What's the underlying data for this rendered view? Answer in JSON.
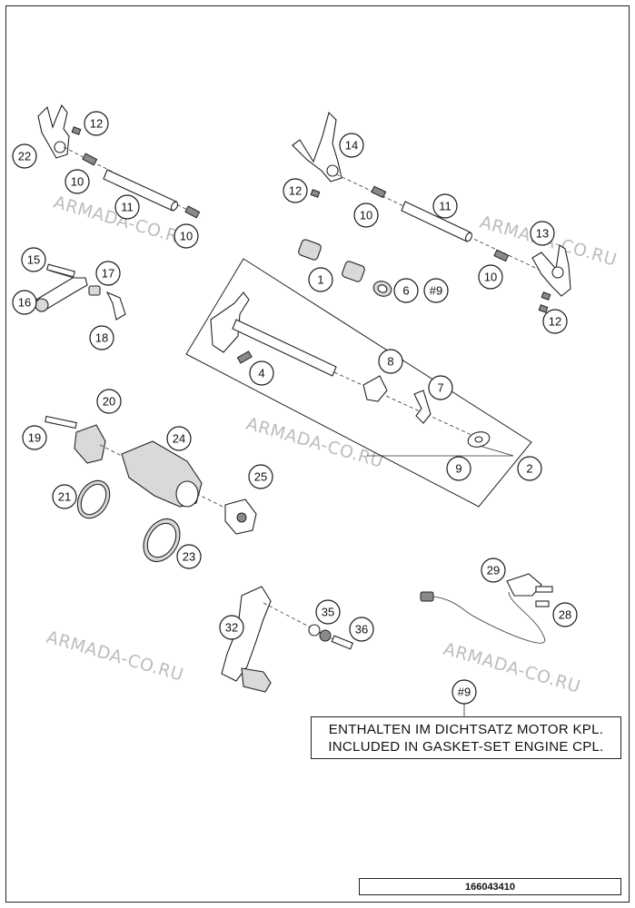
{
  "watermark": "ARMADA-CO.RU",
  "note_label": "#9",
  "note_lines": [
    "ENTHALTEN IM DICHTSATZ MOTOR KPL.",
    "INCLUDED IN GASKET-SET ENGINE CPL."
  ],
  "document_number": "166043410",
  "callouts": [
    {
      "id": "c12a",
      "label": "12"
    },
    {
      "id": "c22",
      "label": "22"
    },
    {
      "id": "c10a",
      "label": "10"
    },
    {
      "id": "c11a",
      "label": "11"
    },
    {
      "id": "c10b",
      "label": "10"
    },
    {
      "id": "c14",
      "label": "14"
    },
    {
      "id": "c12b",
      "label": "12"
    },
    {
      "id": "c10c",
      "label": "10"
    },
    {
      "id": "c11b",
      "label": "11"
    },
    {
      "id": "c13",
      "label": "13"
    },
    {
      "id": "c10d",
      "label": "10"
    },
    {
      "id": "c12c",
      "label": "12"
    },
    {
      "id": "c1",
      "label": "1"
    },
    {
      "id": "c6",
      "label": "6"
    },
    {
      "id": "c9hash",
      "label": "#9"
    },
    {
      "id": "c15",
      "label": "15"
    },
    {
      "id": "c17",
      "label": "17"
    },
    {
      "id": "c16",
      "label": "16"
    },
    {
      "id": "c18",
      "label": "18"
    },
    {
      "id": "c4",
      "label": "4"
    },
    {
      "id": "c8",
      "label": "8"
    },
    {
      "id": "c7",
      "label": "7"
    },
    {
      "id": "c9",
      "label": "9"
    },
    {
      "id": "c2",
      "label": "2"
    },
    {
      "id": "c20",
      "label": "20"
    },
    {
      "id": "c19",
      "label": "19"
    },
    {
      "id": "c24",
      "label": "24"
    },
    {
      "id": "c25",
      "label": "25"
    },
    {
      "id": "c21",
      "label": "21"
    },
    {
      "id": "c23",
      "label": "23"
    },
    {
      "id": "c29",
      "label": "29"
    },
    {
      "id": "c28",
      "label": "28"
    },
    {
      "id": "c35",
      "label": "35"
    },
    {
      "id": "c32",
      "label": "32"
    },
    {
      "id": "c36",
      "label": "36"
    },
    {
      "id": "c9note",
      "label": "#9"
    }
  ]
}
